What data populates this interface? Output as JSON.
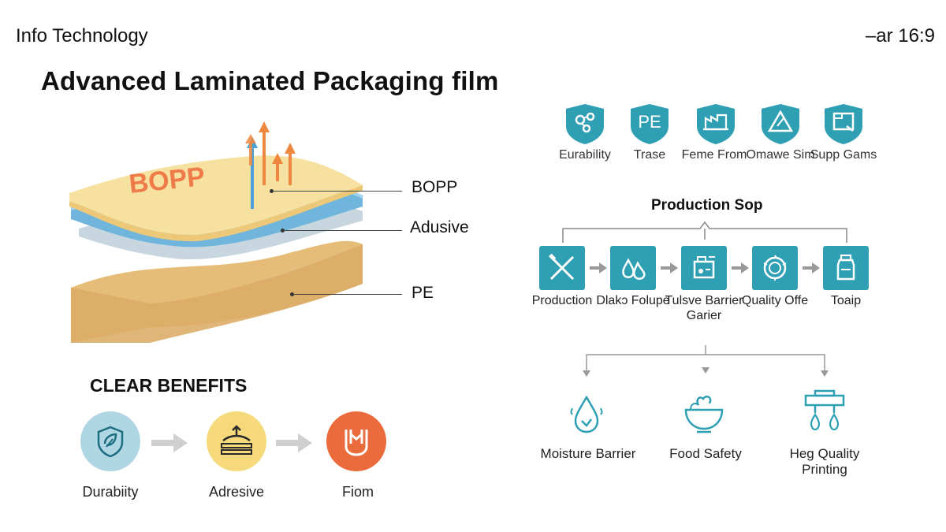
{
  "header": {
    "left": "Info Technology",
    "right": "–ar 16:9",
    "title": "Advanced Laminated Packaging film"
  },
  "layers": {
    "bopp_mark": "BOPP",
    "labels": [
      "BOPP",
      "Adusive",
      "PE"
    ],
    "colors": {
      "bopp": "#f7e1a0",
      "adhesive": "#6fb5dc",
      "film": "#c8d6e0",
      "pe": "#e6bd78",
      "arrow_orange": "#ee8840",
      "arrow_blue": "#4aa3d8",
      "bopp_text": "#ef7b4a"
    }
  },
  "benefits": {
    "title": "CLEAR BENEFITS",
    "items": [
      {
        "label": "Durabiity",
        "icon": "shield-leaf-icon",
        "color": "#aed7e3"
      },
      {
        "label": "Adresive",
        "icon": "adhesive-layer-icon",
        "color": "#f6d97a"
      },
      {
        "label": "Fiom",
        "icon": "film-shield-icon",
        "color": "#ea6c3c"
      }
    ]
  },
  "feature_tiles": [
    {
      "label": "Eurability",
      "icon": "molecule-shield-icon"
    },
    {
      "label": "Trase",
      "icon": "pe-badge-icon",
      "badge": "PE"
    },
    {
      "label": "Feme From",
      "icon": "factory-icon"
    },
    {
      "label": "Omawe Sim",
      "icon": "warning-triangle-icon"
    },
    {
      "label": "Supp Gams",
      "icon": "document-icon"
    }
  ],
  "production": {
    "title": "Production Sop",
    "steps": [
      {
        "label": "Production",
        "icon": "tools-icon"
      },
      {
        "label": "Dlakɔ Folupe",
        "icon": "droplets-icon"
      },
      {
        "label": "Tulsve Barrier Garier",
        "icon": "machine-icon"
      },
      {
        "label": "Quality Offe",
        "icon": "quality-seal-icon"
      },
      {
        "label": "Toaip",
        "icon": "jar-icon"
      }
    ],
    "outcomes": [
      {
        "label": "Moisture Barrier",
        "icon": "water-drop-icon"
      },
      {
        "label": "Food Safety",
        "icon": "food-bowl-icon"
      },
      {
        "label": "Heg Quality Printing",
        "icon": "printer-icon"
      }
    ],
    "accent": "#2f9fb3"
  }
}
